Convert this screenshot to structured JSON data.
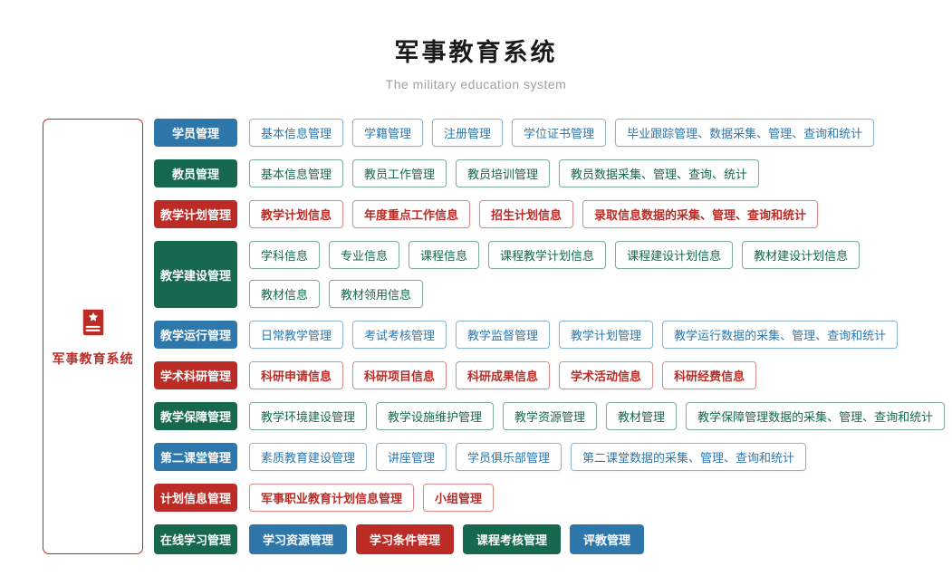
{
  "page": {
    "title": "军事教育系统",
    "subtitle": "The military education system"
  },
  "root": {
    "label": "军事教育系统",
    "icon": "book-icon"
  },
  "colors": {
    "blue": "#2e77ab",
    "green": "#16684f",
    "red": "#bb2c26"
  },
  "groups": [
    {
      "label": "学员管理",
      "color": "blue",
      "lines": [
        [
          "基本信息管理",
          "学籍管理",
          "注册管理",
          "学位证书管理",
          "毕业跟踪管理、数据采集、管理、查询和统计"
        ]
      ]
    },
    {
      "label": "教员管理",
      "color": "green",
      "lines": [
        [
          "基本信息管理",
          "教员工作管理",
          "教员培训管理",
          "教员数据采集、管理、查询、统计"
        ]
      ]
    },
    {
      "label": "教学计划管理",
      "color": "red",
      "lines": [
        [
          "教学计划信息",
          "年度重点工作信息",
          "招生计划信息",
          "录取信息数据的采集、管理、查询和统计"
        ]
      ]
    },
    {
      "label": "教学建设管理",
      "color": "green",
      "lines": [
        [
          "学科信息",
          "专业信息",
          "课程信息",
          "课程教学计划信息",
          "课程建设计划信息",
          "教材建设计划信息"
        ],
        [
          "教材信息",
          "教材领用信息"
        ]
      ]
    },
    {
      "label": "教学运行管理",
      "color": "blue",
      "lines": [
        [
          "日常教学管理",
          "考试考核管理",
          "教学监督管理",
          "教学计划管理",
          "教学运行数据的采集、管理、查询和统计"
        ]
      ]
    },
    {
      "label": "学术科研管理",
      "color": "red",
      "lines": [
        [
          "科研申请信息",
          "科研项目信息",
          "科研成果信息",
          "学术活动信息",
          "科研经费信息"
        ]
      ]
    },
    {
      "label": "教学保障管理",
      "color": "green",
      "lines": [
        [
          "教学环境建设管理",
          "教学设施维护管理",
          "教学资源管理",
          "教材管理",
          "教学保障管理数据的采集、管理、查询和统计"
        ]
      ]
    },
    {
      "label": "第二课堂管理",
      "color": "blue",
      "lines": [
        [
          "素质教育建设管理",
          "讲座管理",
          "学员俱乐部管理",
          "第二课堂数据的采集、管理、查询和统计"
        ]
      ]
    },
    {
      "label": "计划信息管理",
      "color": "red",
      "lines": [
        [
          "军事职业教育计划信息管理",
          "小组管理"
        ]
      ]
    },
    {
      "label": "在线学习管理",
      "color": "green",
      "lines": [
        [
          {
            "label": "学习资源管理",
            "color": "blue",
            "variant": "solid"
          },
          {
            "label": "学习条件管理",
            "color": "red",
            "variant": "solid"
          },
          {
            "label": "课程考核管理",
            "color": "green",
            "variant": "solid"
          },
          {
            "label": "评教管理",
            "color": "blue",
            "variant": "solid"
          }
        ]
      ]
    }
  ]
}
